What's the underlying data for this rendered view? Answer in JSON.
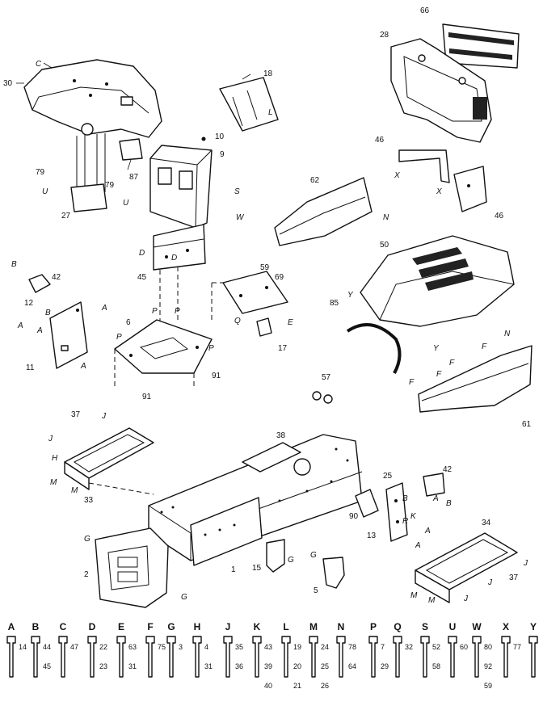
{
  "parts": {
    "p30": "30",
    "p66": "66",
    "p28": "28",
    "p18": "18",
    "p10": "10",
    "p9": "9",
    "p87": "87",
    "p79a": "79",
    "p79b": "79",
    "p27": "27",
    "p46a": "46",
    "p46b": "46",
    "p62": "62",
    "p45": "45",
    "p59": "59",
    "p69": "69",
    "p42a": "42",
    "p12": "12",
    "p6": "6",
    "p50": "50",
    "p85": "85",
    "p11": "11",
    "p17": "17",
    "p91a": "91",
    "p91b": "91",
    "p57": "57",
    "p61": "61",
    "p37a": "37",
    "p38": "38",
    "p33": "33",
    "p25": "25",
    "p42b": "42",
    "p90": "90",
    "p13": "13",
    "p1": "1",
    "p2": "2",
    "p15": "15",
    "p5": "5",
    "p34": "34",
    "p37b": "37"
  },
  "letters": {
    "C": "C",
    "U": "U",
    "S": "S",
    "W": "W",
    "L": "L",
    "X": "X",
    "N": "N",
    "D": "D",
    "Q": "Q",
    "E": "E",
    "B": "B",
    "A": "A",
    "P": "P",
    "Y": "Y",
    "F": "F",
    "J": "J",
    "H": "H",
    "M": "M",
    "G": "G",
    "R": "R",
    "K": "K"
  },
  "legend": [
    {
      "letter": "A",
      "nums": [
        "14"
      ]
    },
    {
      "letter": "B",
      "nums": [
        "44",
        "45"
      ]
    },
    {
      "letter": "C",
      "nums": [
        "47"
      ]
    },
    {
      "letter": "D",
      "nums": [
        "22",
        "23"
      ]
    },
    {
      "letter": "E",
      "nums": [
        "63",
        "31"
      ]
    },
    {
      "letter": "F",
      "nums": [
        "75"
      ]
    },
    {
      "letter": "G",
      "nums": [
        "3"
      ]
    },
    {
      "letter": "H",
      "nums": [
        "4",
        "31"
      ]
    },
    {
      "letter": "J",
      "nums": [
        "35",
        "36"
      ]
    },
    {
      "letter": "K",
      "nums": [
        "43",
        "39",
        "40"
      ]
    },
    {
      "letter": "L",
      "nums": [
        "19",
        "20",
        "21"
      ]
    },
    {
      "letter": "M",
      "nums": [
        "24",
        "25",
        "26"
      ]
    },
    {
      "letter": "N",
      "nums": [
        "78",
        "64"
      ]
    },
    {
      "letter": "P",
      "nums": [
        "7",
        "29"
      ]
    },
    {
      "letter": "Q",
      "nums": [
        "32"
      ]
    },
    {
      "letter": "S",
      "nums": [
        "52",
        "58"
      ]
    },
    {
      "letter": "U",
      "nums": [
        "60"
      ]
    },
    {
      "letter": "W",
      "nums": [
        "80",
        "92",
        "59"
      ]
    },
    {
      "letter": "X",
      "nums": [
        "77"
      ]
    },
    {
      "letter": "Y",
      "nums": []
    }
  ]
}
